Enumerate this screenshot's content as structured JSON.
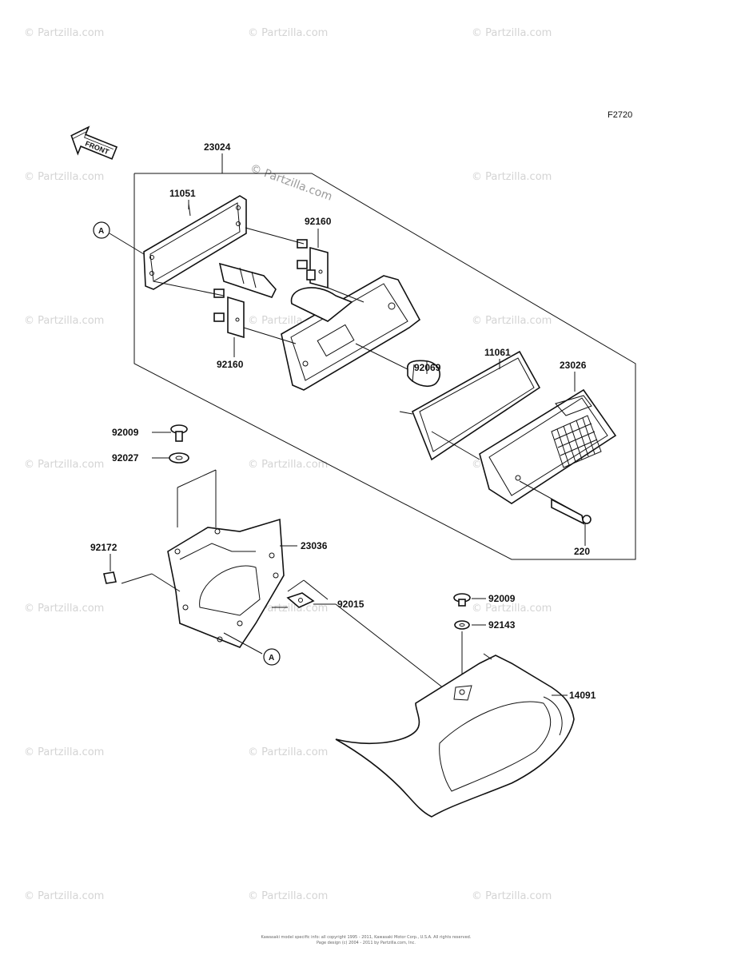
{
  "figure_code": "F2720",
  "front_label": "FRONT",
  "watermark": "© Partzilla.com",
  "watermark_center": "© Partzilla.com",
  "footer": [
    "Kawasaki model specific info: all copyright 1995 - 2011, Kawasaki Motor Corp., U.S.A. All rights reserved.",
    "Page design (c) 2004 - 2011 by Partzilla.com, Inc."
  ],
  "callout_a": "A",
  "parts": {
    "p23024": "23024",
    "p11051": "11051",
    "p92160_top": "92160",
    "p92160_bottom": "92160",
    "p92069": "92069",
    "p11061": "11061",
    "p23026": "23026",
    "p220": "220",
    "p92009_left": "92009",
    "p92027": "92027",
    "p92172": "92172",
    "p23036": "23036",
    "p92015": "92015",
    "p92009_right": "92009",
    "p92143": "92143",
    "p14091": "14091"
  }
}
